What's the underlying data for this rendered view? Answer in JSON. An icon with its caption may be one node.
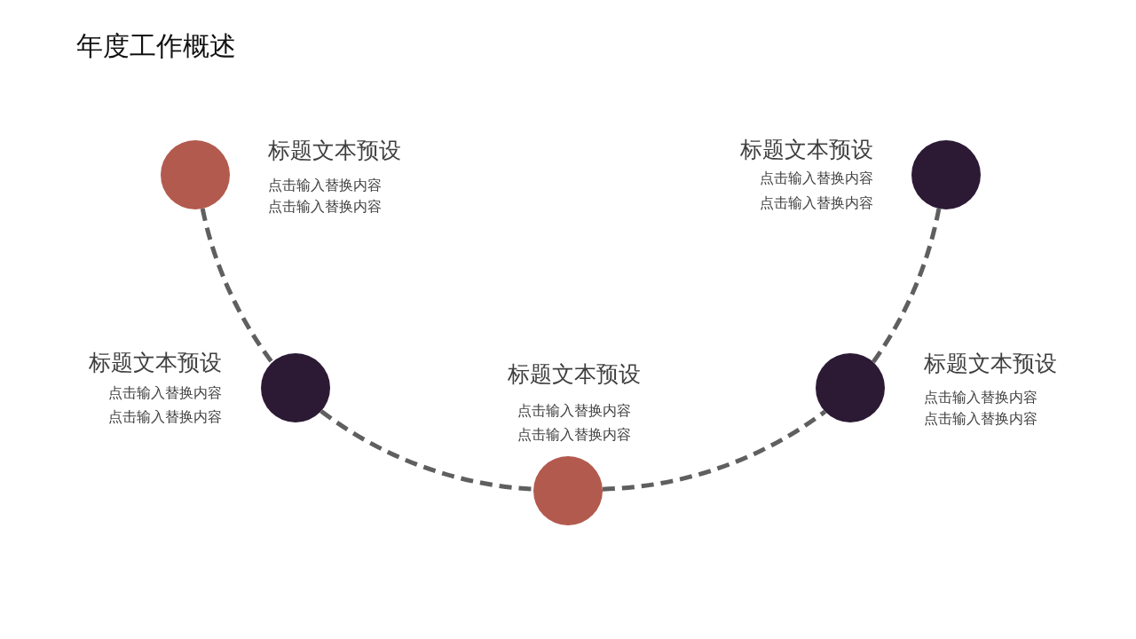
{
  "diagram": {
    "title": "年度工作概述",
    "nodes": [
      {
        "text": [],
        "shape": "circle",
        "beside": [
          "标题文本预设",
          "点击输入替换内容",
          "点击输入替换内容"
        ]
      },
      {
        "text": [],
        "shape": "circle",
        "beside": [
          "标题文本预设",
          "点击输入替换内容",
          "点击输入替换内容"
        ]
      },
      {
        "text": [],
        "shape": "circle",
        "beside": [
          "标题文本预设",
          "点击输入替换内容",
          "点击输入替换内容"
        ]
      },
      {
        "text": [],
        "shape": "circle",
        "beside": [
          "标题文本预设",
          "点击输入替换内容",
          "点击输入替换内容"
        ]
      },
      {
        "text": [],
        "shape": "circle",
        "beside": [
          "标题文本预设",
          "点击输入替换内容",
          "点击输入替换内容"
        ]
      }
    ],
    "edges": [
      {
        "from": 0,
        "to": 1,
        "arrow": "none",
        "style": "dashed"
      },
      {
        "from": 1,
        "to": 2,
        "arrow": "none",
        "style": "dashed"
      },
      {
        "from": 2,
        "to": 3,
        "arrow": "none",
        "style": "dashed"
      },
      {
        "from": 3,
        "to": 4,
        "arrow": "none",
        "style": "dashed"
      }
    ]
  }
}
